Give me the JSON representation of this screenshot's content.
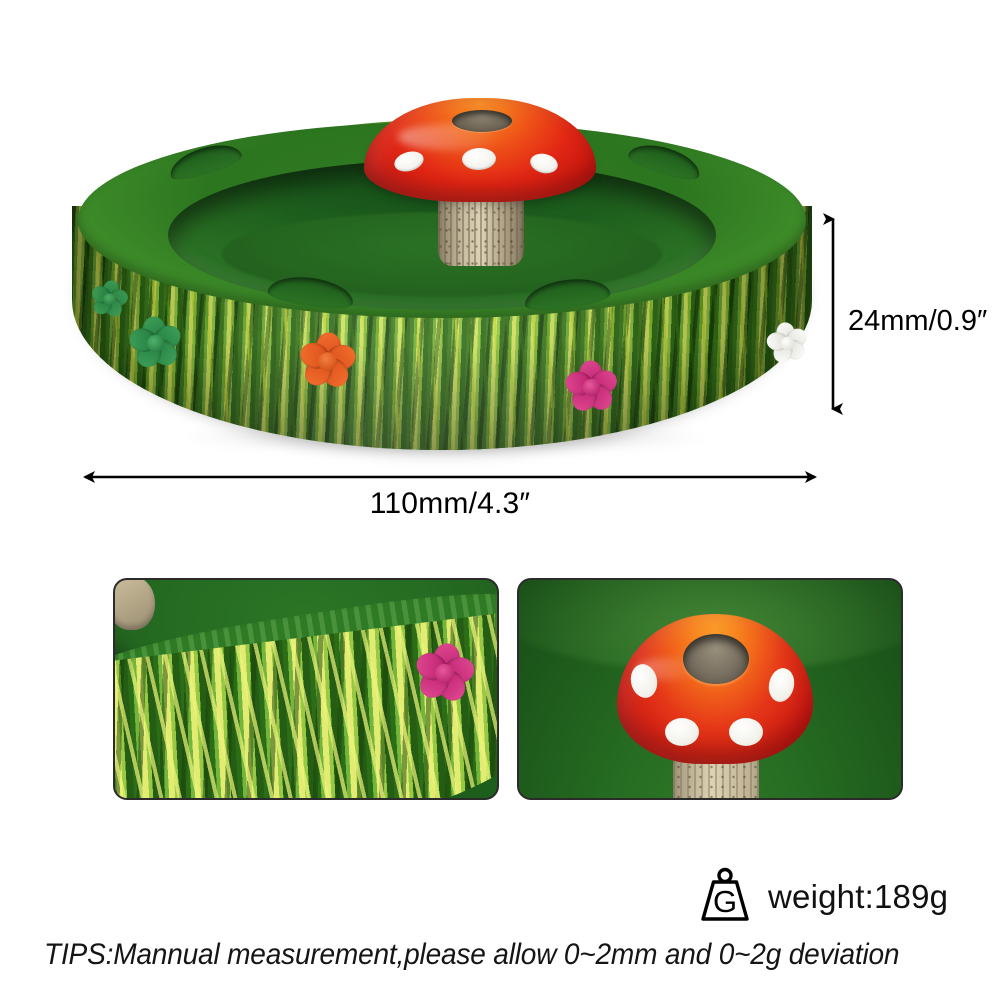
{
  "product": {
    "name": "mushroom-ashtray",
    "colors": {
      "grass_green_dark": "#2c6d17",
      "grass_green_mid": "#4f8c2a",
      "grass_yellow": "#e3ec72",
      "bowl_interior": "#1d5e1d",
      "mushroom_cap_red": "#e12614",
      "mushroom_cap_orange": "#f58a23",
      "mushroom_stem": "#ded3b6",
      "flower_orange": "#e8571c",
      "flower_pink": "#d22d80",
      "flower_green": "#2f8f4c",
      "annotation_black": "#000000"
    }
  },
  "dimensions": {
    "width": {
      "label": "110mm/4.3″",
      "value_mm": 110,
      "value_in": 4.3,
      "axis": "horizontal"
    },
    "height": {
      "label": "24mm/0.9″",
      "value_mm": 24,
      "value_in": 0.9,
      "axis": "vertical"
    }
  },
  "weight": {
    "icon": "weight-scale-icon",
    "icon_letter": "G",
    "label": "weight:189g",
    "value_g": 189
  },
  "tips": {
    "text": "TIPS:Mannual measurement,please allow 0~2mm and 0~2g deviation"
  },
  "detail_panels": [
    {
      "name": "texture-closeup",
      "caption": ""
    },
    {
      "name": "mushroom-closeup",
      "caption": ""
    }
  ]
}
